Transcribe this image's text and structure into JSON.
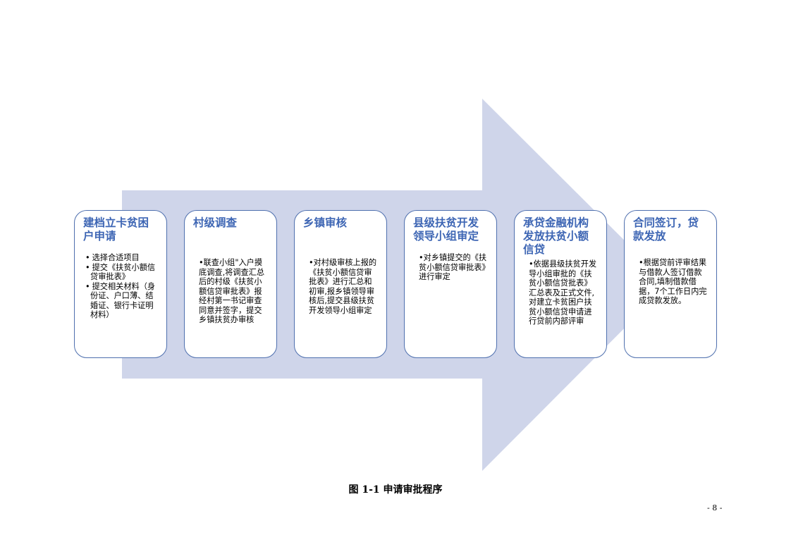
{
  "steps": [
    {
      "title": "建档立卡贫困户申请",
      "bullets": [
        "选择合适项目",
        "提交《扶贫小额信贷审批表》",
        "提交相关材料（身份证、户口薄、结婚证、银行卡证明材料）"
      ]
    },
    {
      "title": "村级调查",
      "text": "•联查小组\"入户摸底调查,将调查汇总后的村级《扶贫小额信贷审批表》报经村第一书记审查同意并签字，提交乡镇扶贫办审核"
    },
    {
      "title": "乡镇审核",
      "text": "•对村级审核上报的《扶贫小额信贷审批表》进行汇总和初审,报乡镇领导审核后,提交县级扶贫开发领导小组审定"
    },
    {
      "title": "县级扶贫开发领导小组审定",
      "text": "•对乡镇提交的《扶贫小额信贷审批表》进行审定"
    },
    {
      "title": "承贷金融机构发放扶贫小额信贷",
      "text": "•依据县级扶贫开发导小组审批的《扶贫小额信贷批表》汇总表及正式文件,对建立卡贫困户扶贫小额信贷申请进行贷前内部评审"
    },
    {
      "title": "合同签订，贷款发放",
      "text": "•根据贷前评审结果与借款人签订借款合同,填制借款借据，7个工作日内完成贷款发放。"
    }
  ],
  "caption": "图 1-1 申请审批程序",
  "page_number": "- 8 -",
  "colors": {
    "arrow": "#cfd5ea",
    "box_border": "#4e6fae",
    "title": "#3e66b4"
  }
}
